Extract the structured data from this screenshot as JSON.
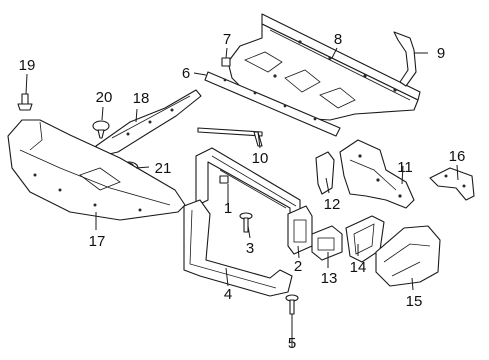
{
  "diagram": {
    "line_color": "#1a1a1a",
    "background": "#ffffff",
    "callouts": [
      {
        "id": "1",
        "label": "1"
      },
      {
        "id": "2",
        "label": "2"
      },
      {
        "id": "3",
        "label": "3"
      },
      {
        "id": "4",
        "label": "4"
      },
      {
        "id": "5",
        "label": "5"
      },
      {
        "id": "6",
        "label": "6"
      },
      {
        "id": "7",
        "label": "7"
      },
      {
        "id": "8",
        "label": "8"
      },
      {
        "id": "9",
        "label": "9"
      },
      {
        "id": "10",
        "label": "10"
      },
      {
        "id": "11",
        "label": "11"
      },
      {
        "id": "12",
        "label": "12"
      },
      {
        "id": "13",
        "label": "13"
      },
      {
        "id": "14",
        "label": "14"
      },
      {
        "id": "15",
        "label": "15"
      },
      {
        "id": "16",
        "label": "16"
      },
      {
        "id": "17",
        "label": "17"
      },
      {
        "id": "18",
        "label": "18"
      },
      {
        "id": "19",
        "label": "19"
      },
      {
        "id": "20",
        "label": "20"
      },
      {
        "id": "21",
        "label": "21"
      }
    ]
  }
}
